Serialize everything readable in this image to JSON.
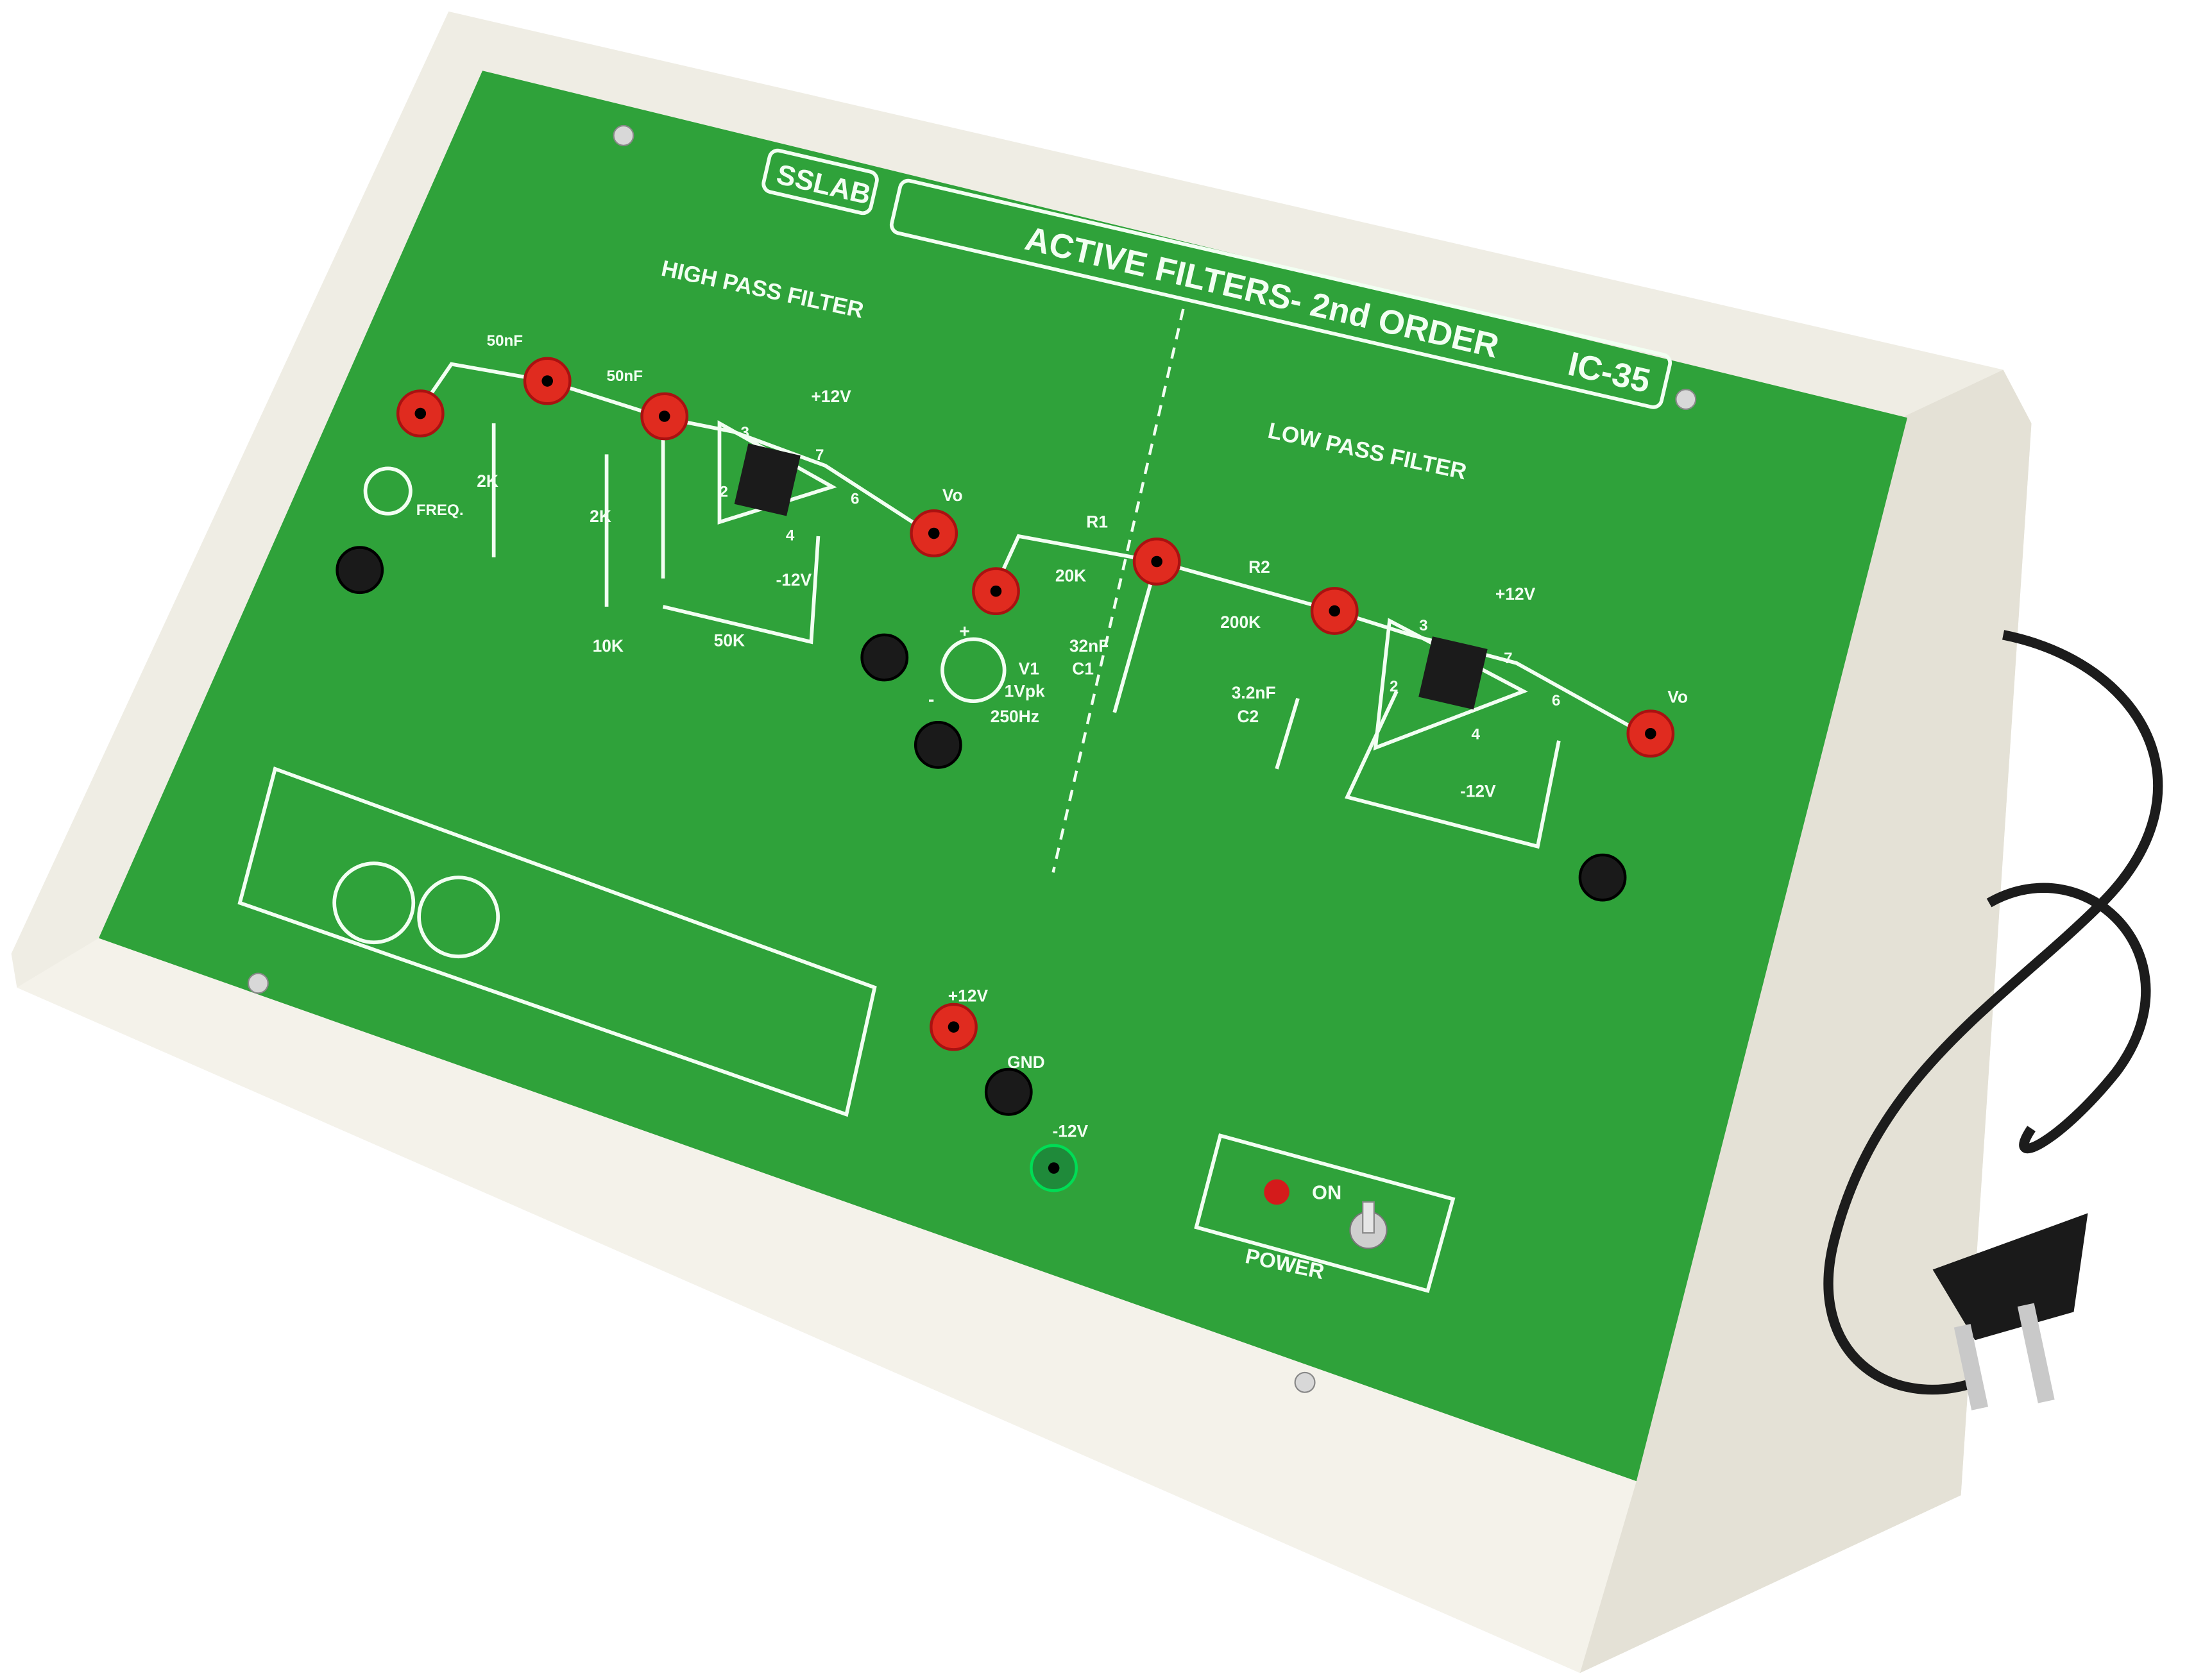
{
  "device": {
    "brand": "SSLAB",
    "title": "ACTIVE FILTERS- 2nd ORDER",
    "model": "IC-35"
  },
  "high_pass": {
    "heading": "HIGH PASS FILTER",
    "c1": "50nF",
    "c2": "50nF",
    "r1": "2K",
    "r2": "2K",
    "r3": "10K",
    "rf": "50K",
    "source": "FREQ.",
    "vplus": "+12V",
    "vminus": "-12V",
    "out": "Vo",
    "pin3": "3",
    "pin2": "2",
    "pin7": "7",
    "pin4": "4",
    "pin6": "6"
  },
  "low_pass": {
    "heading": "LOW PASS FILTER",
    "r1_name": "R1",
    "r1_value": "20K",
    "r2_name": "R2",
    "r2_value": "200K",
    "c1_value": "32nF",
    "c1_name": "C1",
    "c2_value": "3.2nF",
    "c2_name": "C2",
    "v1_name": "V1",
    "v1_amp": "1Vpk",
    "v1_freq": "250Hz",
    "plus": "+",
    "minus": "-",
    "vplus": "+12V",
    "vminus": "-12V",
    "out": "Vo",
    "pin3": "3",
    "pin2": "2",
    "pin7": "7",
    "pin4": "4",
    "pin6": "6"
  },
  "supply": {
    "plus": "+12V",
    "gnd": "GND",
    "minus": "-12V"
  },
  "power": {
    "label": "POWER",
    "on": "ON"
  },
  "colors": {
    "pcb": "#2fa23a",
    "case": "#f1efe6",
    "jack_red": "#e02b1f",
    "jack_black": "#1a1a1a",
    "jack_green": "#1f8a3a"
  }
}
